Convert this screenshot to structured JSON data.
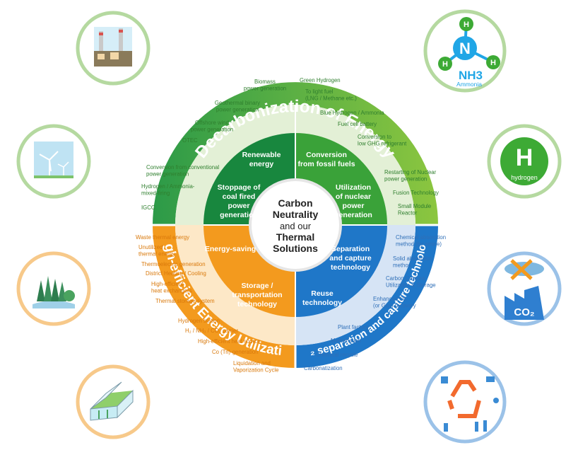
{
  "outer_ring": {
    "top": "Decarbonization of Energy",
    "left": "High-efficient Energy Utilization",
    "right": "CO₂ separation and capture technology"
  },
  "center": {
    "line1": "Carbon",
    "line2": "Neutrality",
    "line3": "and our",
    "line4": "Thermal",
    "line5": "Solutions"
  },
  "inner_sections": {
    "renewable": [
      "Renewable",
      "energy"
    ],
    "conversion": [
      "Conversion",
      "from fossil fuels"
    ],
    "stoppage": [
      "Stoppage of",
      "coal fired",
      "power",
      "generation"
    ],
    "nuclear": [
      "Utilization",
      "of nuclear",
      "power",
      "generation"
    ],
    "energy_saving": [
      "Energy-saving"
    ],
    "storage": [
      "Storage /",
      "transportation",
      "technology"
    ],
    "separation": [
      "Separation",
      "and capture",
      "technology"
    ],
    "reuse": [
      "Reuse",
      "technology"
    ]
  },
  "items": {
    "green_left": [
      [
        "Biomass",
        "power generation"
      ],
      [
        "Geothermal binary",
        "power generation"
      ],
      [
        "Offshore wind",
        "power generation"
      ],
      [
        "OTEC"
      ],
      [
        "Conversion from conventional",
        "power generation"
      ],
      [
        "Hydrogen / Ammonia-",
        "mixed-firing"
      ],
      [
        "IGCC"
      ]
    ],
    "green_right": [
      [
        "Green Hydrogen"
      ],
      [
        "To light fuel",
        "(LNG / Methane etc.)"
      ],
      [
        "Blue Hydrogen / Ammonia"
      ],
      [
        "Fuel cell battery"
      ],
      [
        "Conversion to",
        "low GHG refrigerant"
      ],
      [
        "Restarting of Nuclear",
        "power generation"
      ],
      [
        "Fusion Technology"
      ],
      [
        "Small Module",
        "Reactor"
      ]
    ],
    "orange": [
      [
        "Waste thermal energy"
      ],
      [
        "Unutilized",
        "thermal energy"
      ],
      [
        "Thermoelectric generation"
      ],
      [
        "District Heating / Cooling"
      ],
      [
        "High-efficient",
        "heat exchangers"
      ],
      [
        "Thermal storage system"
      ],
      [
        "Hydrogen station"
      ],
      [
        "H₂ / NH₃ / CO₂ carrier"
      ],
      [
        "High-efficient heat source"
      ],
      [
        "Co (Tri)-generation"
      ],
      [
        "Liquidation and",
        "Vaporization Cycle"
      ]
    ],
    "blue": [
      [
        "Chemical absorption",
        "method (by amine)"
      ],
      [
        "Solid absorption",
        "method"
      ],
      [
        "Carbon Capture",
        "Utilization & Storage"
      ],
      [
        "Enhanced Oil",
        "(or Gas) recovery"
      ],
      [
        "Plant factory"
      ],
      [
        "Methanation"
      ],
      [
        "Chemical recycle"
      ],
      [
        "Carbonatization"
      ]
    ]
  },
  "icons": {
    "ammonia": {
      "n": "N",
      "h": "H",
      "formula": "NH3",
      "label": "Ammonia"
    },
    "hydrogen": {
      "letter": "H",
      "label": "hydrogen"
    },
    "co2": {
      "label": "CO₂"
    }
  },
  "colors": {
    "green": "#3aa247",
    "green_dark": "#17893b",
    "orange": "#f39a1e",
    "blue": "#1f77c8",
    "ammonia": "#20a6e6",
    "hydrogen": "#3daa35"
  }
}
